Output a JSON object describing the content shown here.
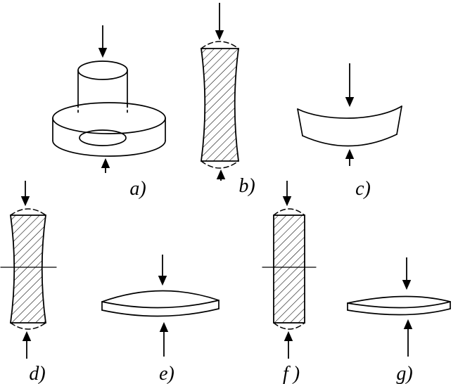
{
  "figure": {
    "background": "#ffffff",
    "stroke": "#000000",
    "labels": [
      {
        "id": "a",
        "text": "a)"
      },
      {
        "id": "b",
        "text": "b)"
      },
      {
        "id": "c",
        "text": "c)"
      },
      {
        "id": "d",
        "text": "d)"
      },
      {
        "id": "e",
        "text": "e)"
      },
      {
        "id": "f",
        "text": "f )"
      },
      {
        "id": "g",
        "text": "g)"
      }
    ]
  }
}
